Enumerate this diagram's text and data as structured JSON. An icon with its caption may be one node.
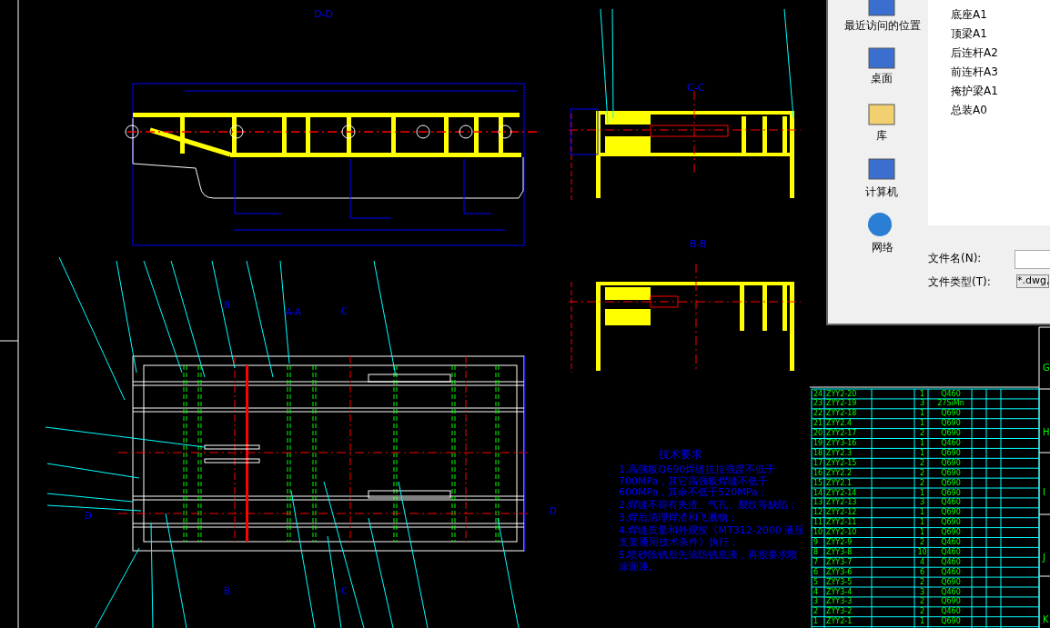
{
  "diagram": {
    "labels": [
      "D-D",
      "C-C",
      "B-B",
      "最近访问的位置",
      "桌面",
      "库",
      "计算机",
      "网络",
      "底座A1",
      "顶梁A1",
      "后连杆A2",
      "前连杆A3",
      "掩护梁A1",
      "总装A0",
      "文件名(N):",
      "文件类型(T):",
      "*.dwg,",
      "A-A",
      "B",
      "C",
      "D",
      "D",
      "B",
      "C",
      "技术要求",
      "1.高强板Q690焊缝抗拉强度不低于700MPa，其它高强板焊缝不低于600MPa，其余不低于520MPa；",
      "2.焊缝不得有夹渣、气孔、裂纹等缺陷；",
      "3.焊后清理焊渣和飞溅物；",
      "4.焊缝质量和外观按《MT312-2000 液压支架通用技术条件》执行；",
      "5.喷砂除锈后先涂防锈底漆，再按要求喷涂面漆。",
      "24",
      "ZYY2-20",
      "1",
      "Q460",
      "23",
      "ZYY2-19",
      "3",
      "27SiMn",
      "22",
      "ZYY2-18",
      "1",
      "Q690",
      "21",
      "ZYY2.4",
      "1",
      "Q690",
      "20",
      "ZYY2-17",
      "2",
      "Q690",
      "19",
      "ZYY3-16",
      "1",
      "Q460",
      "18",
      "ZYY2.3",
      "1",
      "Q690",
      "17",
      "ZYY2-15",
      "2",
      "Q690",
      "16",
      "ZYY2.2",
      "2",
      "Q690",
      "15",
      "ZYY2.1",
      "2",
      "Q690",
      "14",
      "ZYY2-14",
      "1",
      "Q690",
      "13",
      "ZYY2-13",
      "3",
      "Q460",
      "12",
      "ZYY2-12",
      "1",
      "Q690",
      "11",
      "ZYY2-11",
      "1",
      "Q690",
      "10",
      "ZYY2-10",
      "1",
      "Q690",
      "9",
      "ZYY2-9",
      "2",
      "Q460",
      "8",
      "ZYY3-8",
      "10",
      "Q460",
      "7",
      "ZYY3-7",
      "4",
      "Q460",
      "6",
      "ZYY3-6",
      "6",
      "Q460",
      "5",
      "ZYY3-5",
      "2",
      "Q690",
      "4",
      "ZYY3-4",
      "3",
      "Q460",
      "3",
      "ZYY3-3",
      "2",
      "Q690",
      "2",
      "ZYY3-2",
      "2",
      "Q460",
      "1",
      "ZYY2-1",
      "1",
      "Q690",
      "G",
      "H",
      "I",
      "J",
      "K"
    ]
  }
}
